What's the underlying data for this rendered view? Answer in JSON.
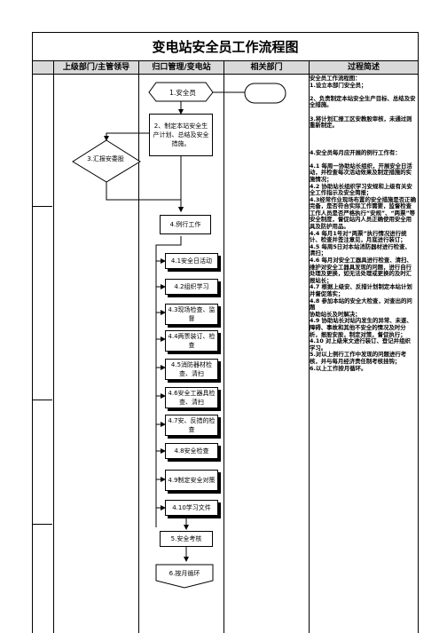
{
  "title": "变电站安全员工作流程图",
  "headers": [
    "上级部门/主管领导",
    "归口管理/变电站",
    "相关部门",
    "过程简述"
  ],
  "flow": {
    "step1": "1.安全员",
    "step2": "2、制定本站安全生产计划、总结及安全措施。",
    "step3": "3.汇报安委股",
    "step4": "4.例行工作",
    "subs": [
      "4.1安全日活动",
      "4.2组织学习",
      "4.3现场检查、监督",
      "4.4两票装订、检查",
      "4.5消防器材检查、清扫",
      "4.6安全工器具检查、清扫",
      "4.7安、反措的检查",
      "4.8安全检查",
      "4.9制定安全对策",
      "4.10学习文件"
    ],
    "step5": "5.安全考核",
    "step6": "6.按月循环"
  },
  "description": [
    "安全员工作流程图：",
    "1.设立本部门安全员；",
    "",
    "2、负责制定本站安全生产目标、总结及安全措施。",
    "",
    "3.将计划汇报工区安教股审核，未通过则重新制定。",
    "",
    "",
    "",
    "4.安全员每月应开展的例行工作有：",
    "",
    "4.1 每周一协助站长组织，开展安全日活动，并检查每次活动效果及制定措施的实施情况；",
    "4.2 协助站长组织学习安规和上级有关安全工作指示及安全简报；",
    "4.3经常作业现场布置的安全措施是否正确完备，是否符合实际工作需要，监督检查工作人员是否严格执行“安规”、“两票”等安全制度，督促站内人员正确使用安全用具及防护用品。",
    "4.4 每月1号对“两票”执行情况进行统计、检查并签注意见，月底进行装订；",
    "4.5 每周5日对本站消防器材进行检查、清扫；",
    "4.6 每月对安全工器具进行检查、清扫、维护对安全工器具发现的问题，进行自行处理及更换，如无法处理或更换的及时汇报站长；",
    "4.7 根据上级安、反措计划制定本站计划并督促落实；",
    "4.8 参加本站的安全大检查，对查出的问题",
    "    协助站长及时解决；",
    "4.9 协助站长对站内发生的异常、未遂、障碍、事故和其他不安全的情况及时分析，报股安股，制定对策，督促执行；",
    "4.10 对上级来文进行装订、登记并组织学习。",
    "5.对以上例行工作中发现的问题进行考核，并与每月经济责任制考核挂钩；",
    "6.以上工作按月循环。"
  ]
}
